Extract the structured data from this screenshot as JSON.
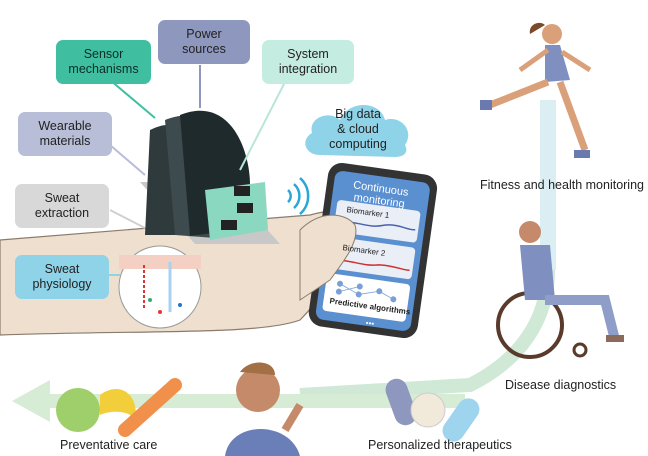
{
  "labels": {
    "sensor_mechanisms": "Sensor\nmechanisms",
    "power_sources": "Power\nsources",
    "system_integration": "System\nintegration",
    "wearable_materials": "Wearable\nmaterials",
    "sweat_extraction": "Sweat\nextraction",
    "sweat_physiology": "Sweat\nphysiology",
    "big_data": "Big data\n& cloud\ncomputing"
  },
  "phone": {
    "title": "Continuous\nmonitoring",
    "biomarker1": "Biomarker 1",
    "biomarker2": "Biomarker 2",
    "predictive": "Predictive algorithms",
    "dots": "•••"
  },
  "captions": {
    "fitness": "Fitness and health monitoring",
    "disease": "Disease diagnostics",
    "therapeutics": "Personalized therapeutics",
    "preventative": "Preventative care"
  },
  "colors": {
    "sensor": "#3fbfa0",
    "power": "#8e97bd",
    "system": "#c5ece0",
    "wearable": "#b8bdd8",
    "extraction": "#d8d8d8",
    "physiology": "#8fd3e8",
    "cloud": "#8fd3e8",
    "skin": "#eedfcf"
  }
}
